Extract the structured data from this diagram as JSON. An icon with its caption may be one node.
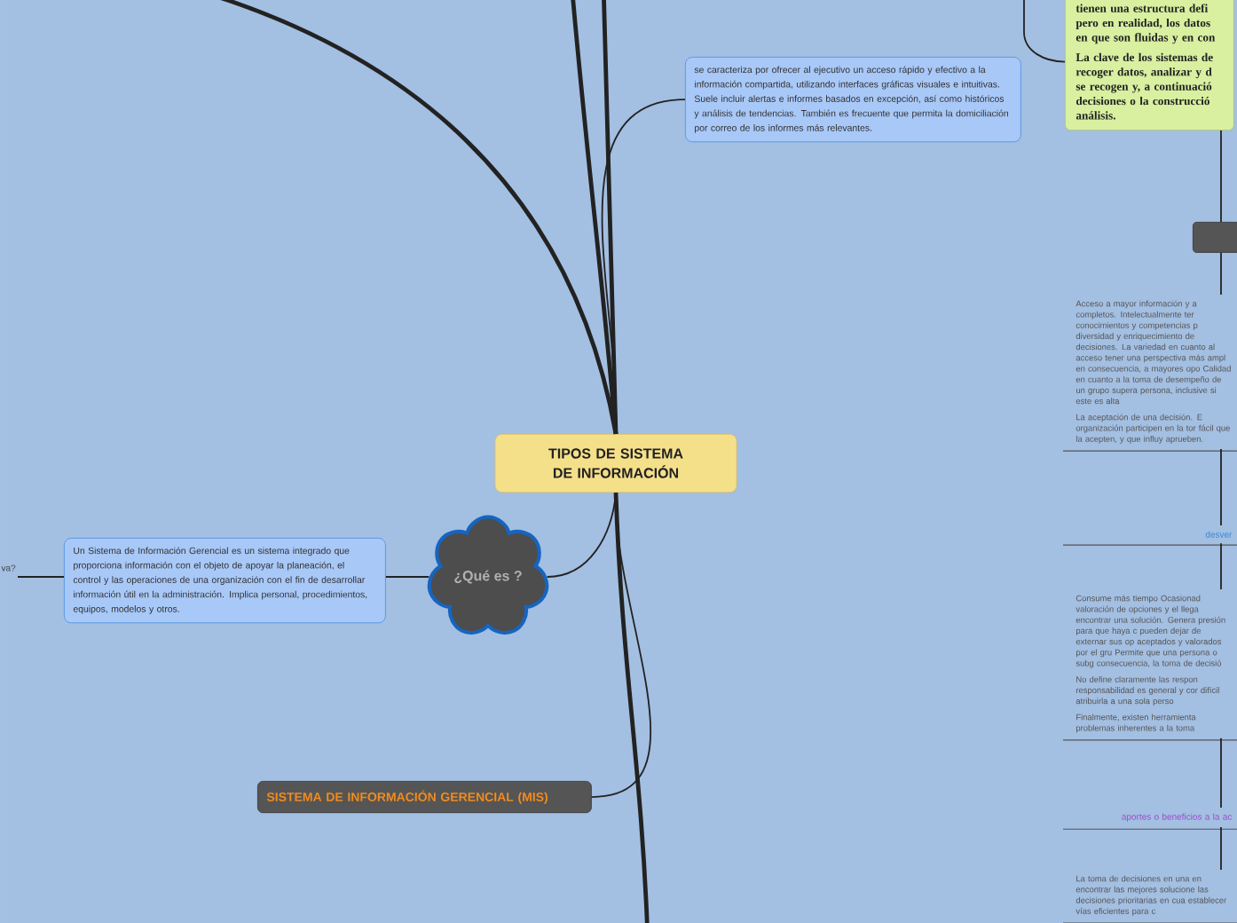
{
  "diagram": {
    "nodes": [
      {
        "text": [
          "TIPOS DE SISTEMA DE INFORMACIÓN"
        ]
      },
      {
        "text": [
          "¿Qué es ?"
        ]
      },
      {
        "text": [
          "Un Sistema de Información Gerencial es un sistema integrado que proporciona información con el objeto de apoyar la planeación, el control y las operaciones de una organización con el fin de desarrollar información útil en la administración. Implica personal, procedimientos, equipos, modelos y otros."
        ]
      },
      {
        "text": [
          "va?"
        ]
      },
      {
        "text": [
          "SISTEMA DE INFORMACIÓN GERENCIAL (MIS)"
        ]
      },
      {
        "text": [
          "se caracteriza por ofrecer al ejecutivo un acceso rápido y efectivo a la información compartida, utilizando interfaces gráficas visuales e intuitivas. Suele incluir alertas e informes basados en excepción, así como históricos y análisis de tendencias. También es frecuente que permita la domiciliación por correo de los informes más relevantes."
        ]
      },
      {
        "text": [
          "tienen una estructura defi pero en realidad, los datos en que son fluidas y en con",
          "La clave de los sistemas de recoger datos, analizar y d se recogen y, a continuació decisiones o la construcció análisis."
        ]
      },
      {
        "text": [],
        "shape": "box"
      },
      {
        "text": [
          "Acceso a mayor información y a completos. Intelectualmente ter conocimientos y competencias p diversidad y enriquecimiento de decisiones. La variedad en cuanto al acceso tener una perspectiva más ampl en consecuencia, a mayores opo Calidad en cuanto a la toma de desempeño de un grupo supera persona, inclusive si este es alta",
          "La aceptación de una decisión. E organización participen en la tor fácil que la acepten, y que influy aprueben."
        ]
      },
      {
        "text": [
          "desver"
        ]
      },
      {
        "text": [
          "Consume más tiempo Ocasionad valoración de opciones y el llega encontrar una solución. Genera presión para que haya c pueden dejar de externar sus op aceptados y valorados por el gru Permite que una persona o subg consecuencia, la toma de decisió",
          "No define claramente las respon responsabilidad es general y cor difícil atribuirla a una sola perso",
          "Finalmente, existen herramienta problemas inherentes a la toma"
        ]
      },
      {
        "text": [
          "aportes o beneficios a la ac"
        ]
      },
      {
        "text": [
          "La toma de decisiones en una en encontrar las mejores solucione las decisiones prioritarias en cua establecer vías eficientes para c"
        ]
      }
    ],
    "edges": [
      {
        "from": 0,
        "to": null,
        "arrow": "none",
        "style": "thick"
      },
      {
        "from": 0,
        "to": null,
        "arrow": "none",
        "style": "thick"
      },
      {
        "from": 0,
        "to": null,
        "arrow": "none",
        "style": "thick"
      },
      {
        "from": 0,
        "to": 5,
        "arrow": "none"
      },
      {
        "from": 0,
        "to": 1,
        "arrow": "none"
      },
      {
        "from": 1,
        "to": 2,
        "arrow": "none"
      },
      {
        "from": 2,
        "to": 3,
        "arrow": "none"
      },
      {
        "from": 0,
        "to": 4,
        "arrow": "none"
      },
      {
        "from": 0,
        "to": null,
        "arrow": "none",
        "style": "thick"
      },
      {
        "from": null,
        "to": 6,
        "arrow": "none"
      },
      {
        "from": 6,
        "to": 7,
        "arrow": "none"
      },
      {
        "from": 7,
        "to": 8,
        "arrow": "none"
      },
      {
        "from": 8,
        "to": 9,
        "arrow": "none"
      },
      {
        "from": 9,
        "to": 10,
        "arrow": "none"
      },
      {
        "from": 10,
        "to": 11,
        "arrow": "none"
      },
      {
        "from": 11,
        "to": 12,
        "arrow": "none"
      }
    ]
  }
}
